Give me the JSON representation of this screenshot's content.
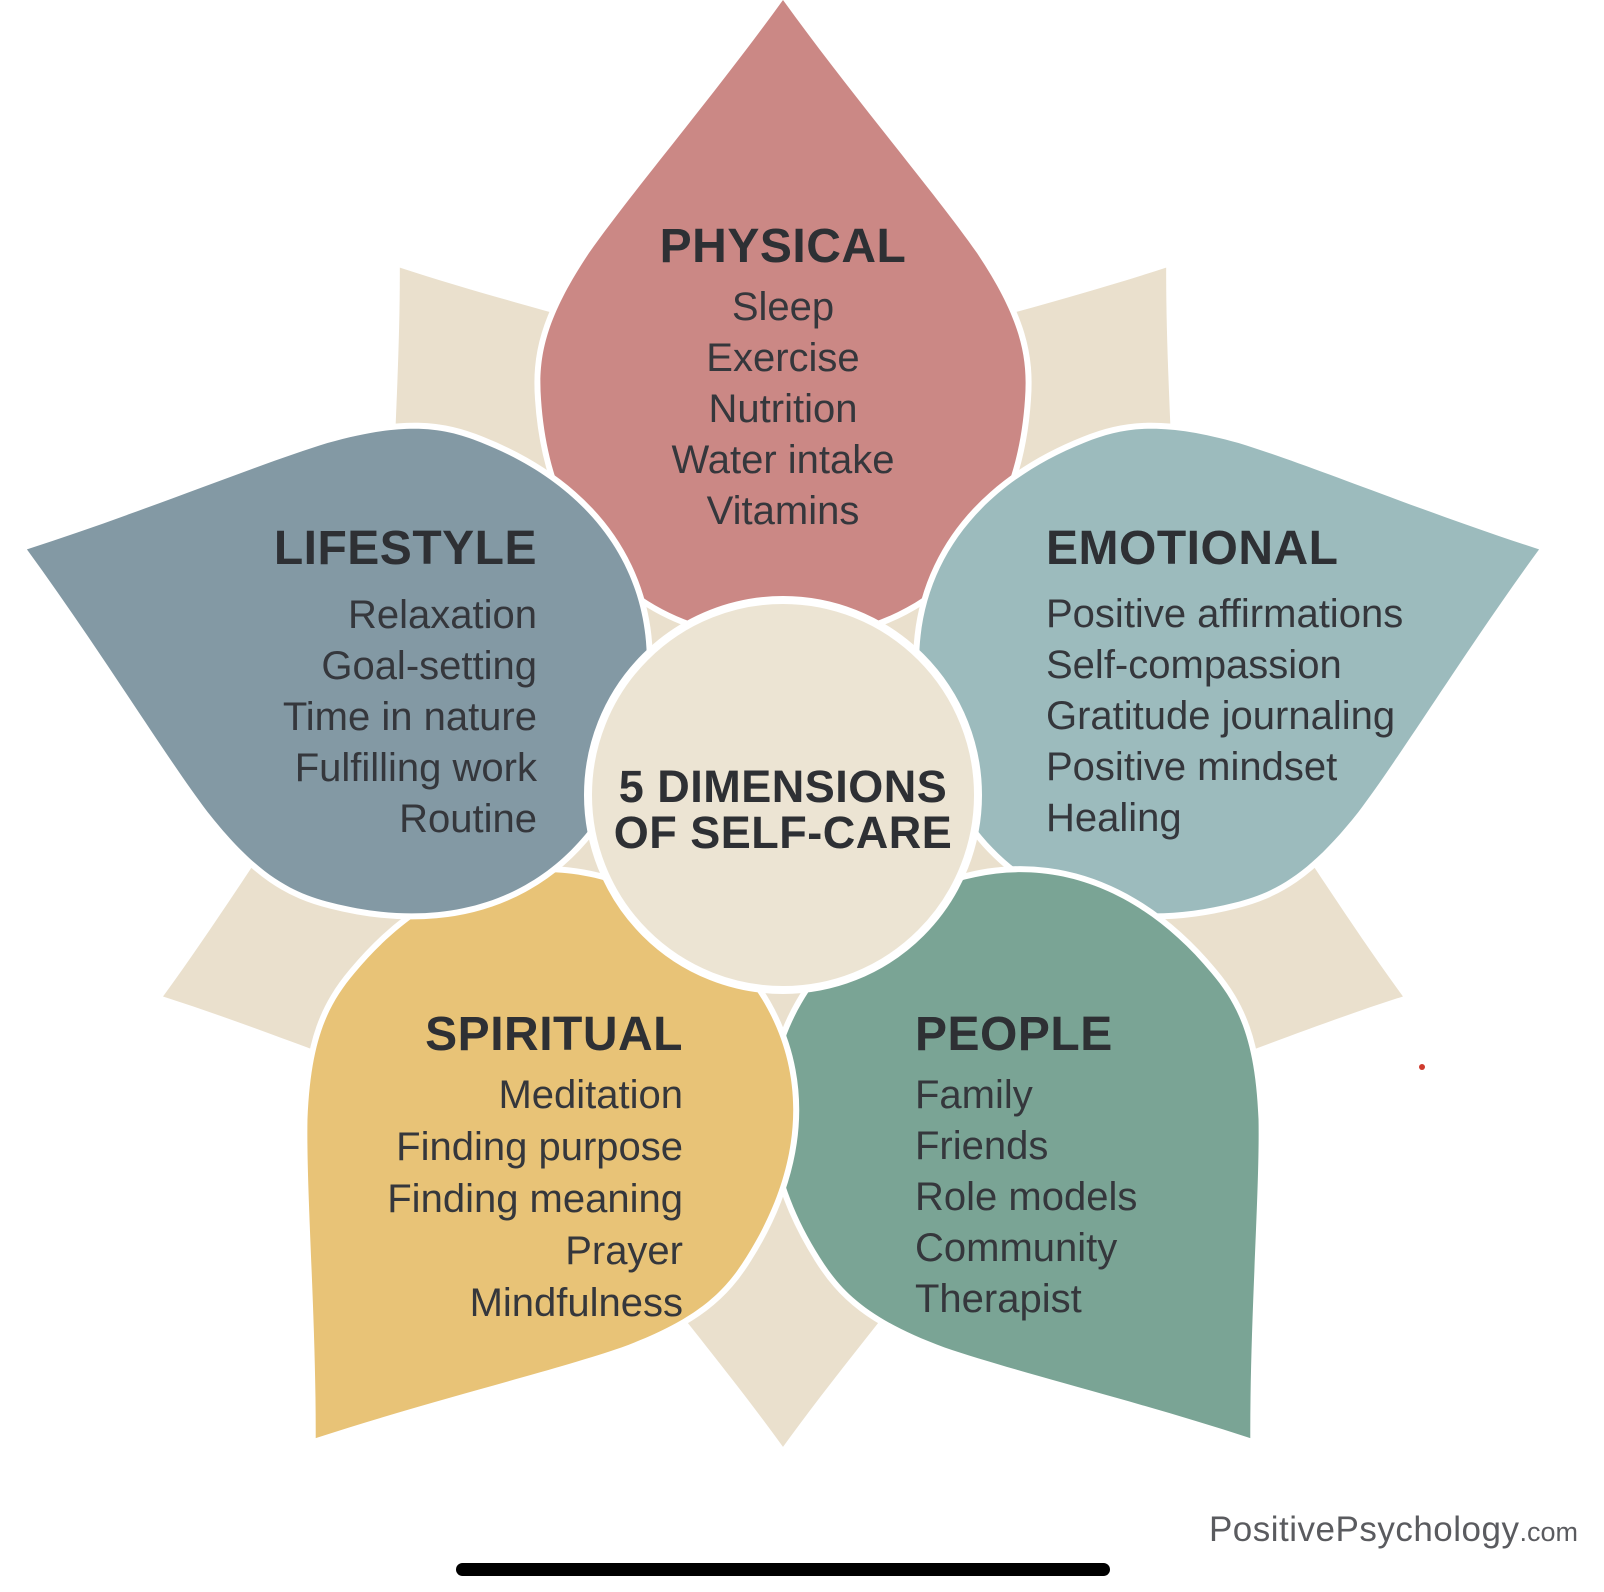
{
  "center": {
    "line1": "5 DIMENSIONS",
    "line2": "OF SELF-CARE"
  },
  "petals": [
    {
      "id": "physical",
      "title": "PHYSICAL",
      "color": "#cb8885",
      "items": [
        "Sleep",
        "Exercise",
        "Nutrition",
        "Water intake",
        "Vitamins"
      ]
    },
    {
      "id": "emotional",
      "title": "EMOTIONAL",
      "color": "#9cbbbd",
      "items": [
        "Positive affirmations",
        "Self-compassion",
        "Gratitude journaling",
        "Positive mindset",
        "Healing"
      ]
    },
    {
      "id": "people",
      "title": "PEOPLE",
      "color": "#7aa495",
      "items": [
        "Family",
        "Friends",
        "Role models",
        "Community",
        "Therapist"
      ]
    },
    {
      "id": "spiritual",
      "title": "SPIRITUAL",
      "color": "#e8c377",
      "items": [
        "Meditation",
        "Finding purpose",
        "Finding meaning",
        "Prayer",
        "Mindfulness"
      ]
    },
    {
      "id": "lifestyle",
      "title": "LIFESTYLE",
      "color": "#8399a4",
      "items": [
        "Relaxation",
        "Goal-setting",
        "Time in nature",
        "Fulfilling work",
        "Routine"
      ]
    }
  ],
  "footer": {
    "brand": "PositivePsychology",
    "brand_suffix": ".com"
  },
  "colors": {
    "cream_petal": "#eae0cd",
    "center_circle": "#ece4d3",
    "title_text": "#2e3034",
    "item_text": "#35373c",
    "brand_gray": "#5a5b5f",
    "bar_black": "#000000",
    "dot_red": "#cf3a2d"
  }
}
